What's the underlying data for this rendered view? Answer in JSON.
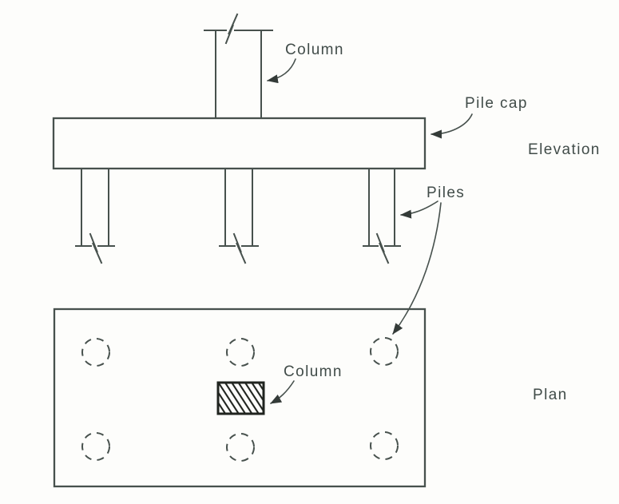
{
  "elevation_view": {
    "view_label": "Elevation",
    "column_label": "Column",
    "pile_cap_label": "Pile cap",
    "piles_label": "Piles"
  },
  "plan_view": {
    "view_label": "Plan",
    "column_label": "Column"
  },
  "colors": {
    "line": "#47514d",
    "text": "#414c49",
    "hatch": "#20241f",
    "arrow": "#343b38",
    "background": "#fdfdfb"
  }
}
